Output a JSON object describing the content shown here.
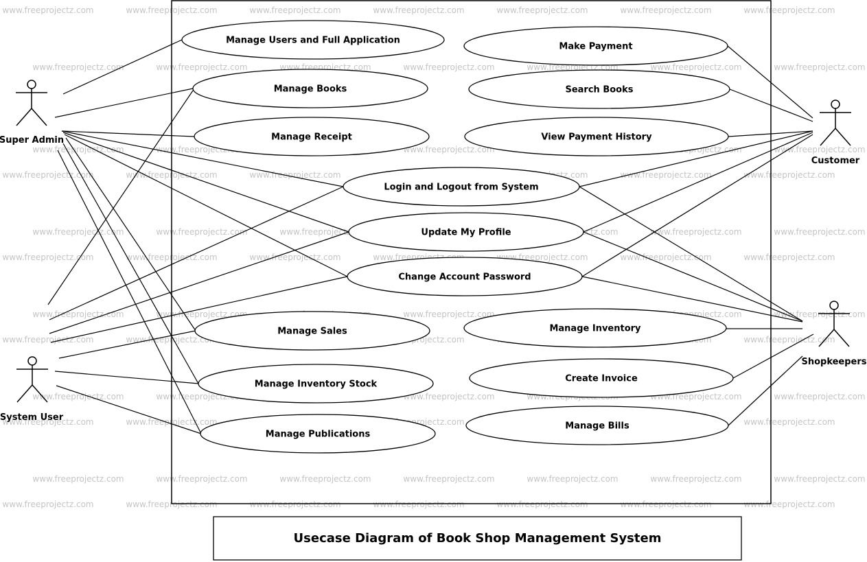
{
  "watermark": "www.freeprojectz.com",
  "caption": "Usecase Diagram of Book Shop Management System",
  "actors": [
    {
      "id": "super-admin",
      "label": "Super Admin"
    },
    {
      "id": "customer",
      "label": "Customer"
    },
    {
      "id": "system-user",
      "label": "System User"
    },
    {
      "id": "shopkeepers",
      "label": "Shopkeepers"
    }
  ],
  "use_cases": [
    {
      "id": "manage-users-full-application",
      "label": "Manage Users and Full Application"
    },
    {
      "id": "manage-books",
      "label": "Manage Books"
    },
    {
      "id": "manage-receipt",
      "label": "Manage Receipt"
    },
    {
      "id": "make-payment",
      "label": "Make Payment"
    },
    {
      "id": "search-books",
      "label": "Search Books"
    },
    {
      "id": "view-payment-history",
      "label": "View Payment History"
    },
    {
      "id": "login-logout",
      "label": "Login and Logout from System"
    },
    {
      "id": "update-my-profile",
      "label": "Update My Profile"
    },
    {
      "id": "change-account-password",
      "label": "Change Account Password"
    },
    {
      "id": "manage-sales",
      "label": "Manage Sales"
    },
    {
      "id": "manage-inventory",
      "label": "Manage Inventory"
    },
    {
      "id": "manage-inventory-stock",
      "label": "Manage Inventory Stock"
    },
    {
      "id": "create-invoice",
      "label": "Create Invoice"
    },
    {
      "id": "manage-publications",
      "label": "Manage Publications"
    },
    {
      "id": "manage-bills",
      "label": "Manage Bills"
    }
  ],
  "associations": [
    {
      "from": "super-admin",
      "to": "manage-users-full-application"
    },
    {
      "from": "super-admin",
      "to": "manage-books"
    },
    {
      "from": "super-admin",
      "to": "manage-receipt"
    },
    {
      "from": "super-admin",
      "to": "login-logout"
    },
    {
      "from": "super-admin",
      "to": "update-my-profile"
    },
    {
      "from": "super-admin",
      "to": "change-account-password"
    },
    {
      "from": "super-admin",
      "to": "manage-sales"
    },
    {
      "from": "super-admin",
      "to": "manage-inventory-stock"
    },
    {
      "from": "super-admin",
      "to": "manage-publications"
    },
    {
      "from": "system-user",
      "to": "manage-books"
    },
    {
      "from": "system-user",
      "to": "login-logout"
    },
    {
      "from": "system-user",
      "to": "update-my-profile"
    },
    {
      "from": "system-user",
      "to": "change-account-password"
    },
    {
      "from": "system-user",
      "to": "manage-sales"
    },
    {
      "from": "system-user",
      "to": "manage-inventory-stock"
    },
    {
      "from": "system-user",
      "to": "manage-publications"
    },
    {
      "from": "customer",
      "to": "make-payment"
    },
    {
      "from": "customer",
      "to": "search-books"
    },
    {
      "from": "customer",
      "to": "view-payment-history"
    },
    {
      "from": "customer",
      "to": "login-logout"
    },
    {
      "from": "customer",
      "to": "update-my-profile"
    },
    {
      "from": "customer",
      "to": "change-account-password"
    },
    {
      "from": "shopkeepers",
      "to": "login-logout"
    },
    {
      "from": "shopkeepers",
      "to": "update-my-profile"
    },
    {
      "from": "shopkeepers",
      "to": "change-account-password"
    },
    {
      "from": "shopkeepers",
      "to": "manage-inventory"
    },
    {
      "from": "shopkeepers",
      "to": "create-invoice"
    },
    {
      "from": "shopkeepers",
      "to": "manage-bills"
    }
  ]
}
